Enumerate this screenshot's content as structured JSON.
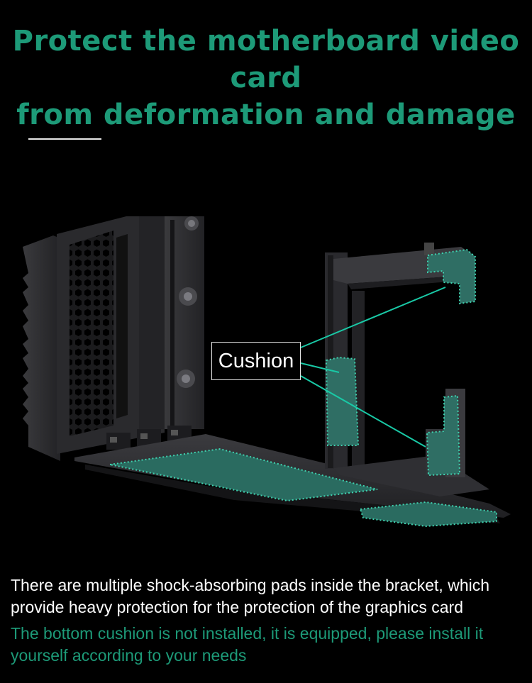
{
  "headline": {
    "line1": "Protect the motherboard video card",
    "line2": "from deformation and damage"
  },
  "callout": {
    "label": "Cushion"
  },
  "description": {
    "line1": "There are multiple shock-absorbing pads inside the bracket, which",
    "line2": "provide heavy protection for the protection of the graphics card"
  },
  "note": {
    "line1": "The bottom cushion is not installed, it is equipped, please install it",
    "line2": "yourself according to your needs"
  },
  "colors": {
    "accent": "#1d9a78",
    "cushion": "#2a6b60",
    "bracket": "#2b2b2d",
    "leader_line": "#19c9a6"
  }
}
